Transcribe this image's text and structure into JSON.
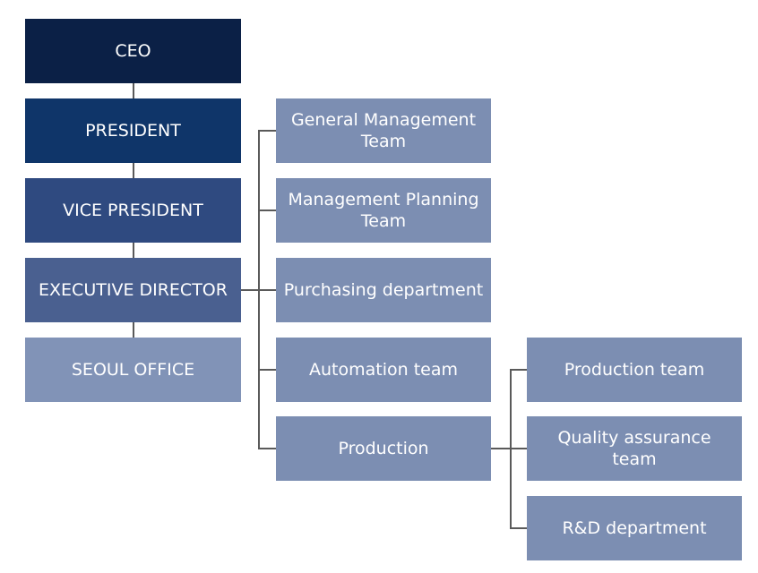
{
  "chart": {
    "ceo": "CEO",
    "president": "PRESIDENT",
    "vice_president": "VICE PRESIDENT",
    "executive_director": "EXECUTIVE DIRECTOR",
    "seoul_office": "SEOUL OFFICE",
    "teams": {
      "general_management": "General Management Team",
      "management_planning": "Management Planning Team",
      "purchasing": "Purchasing department",
      "automation": "Automation team",
      "production": "Production"
    },
    "production_units": {
      "production_team": "Production team",
      "quality_assurance": "Quality assurance team",
      "rnd": "R&D department"
    }
  },
  "colors": {
    "ceo": "#0b2046",
    "president": "#0f3569",
    "vice_president": "#2f4a80",
    "executive_director": "#4a6090",
    "seoul_office": "#8193b7",
    "team_box": "#7c8eb2",
    "connector": "#5a5a5a"
  }
}
